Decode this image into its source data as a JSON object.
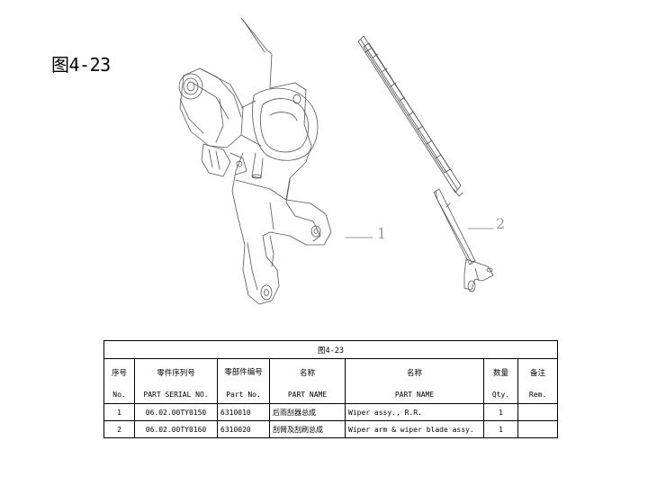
{
  "figure_label": "图4-23",
  "callouts": [
    "1",
    "2"
  ],
  "table": {
    "caption": "图4-23",
    "headers_cn": [
      "序号",
      "零件序列号",
      "零部件编号",
      "名称",
      "名称",
      "数量",
      "备注"
    ],
    "headers_en": [
      "No.",
      "PART SERIAL NO.",
      "Part No.",
      "PART NAME",
      "PART NAME",
      "Qty.",
      "Rem."
    ],
    "rows": [
      [
        "1",
        "06.02.00TY0150",
        "6310010",
        "后雨刮器总成",
        "Wiper assy., R.R.",
        "1",
        ""
      ],
      [
        "2",
        "06.02.00TY0160",
        "6310020",
        "刮臂及刮刷总成",
        "Wiper arm & wiper blade assy.",
        "1",
        ""
      ]
    ]
  }
}
